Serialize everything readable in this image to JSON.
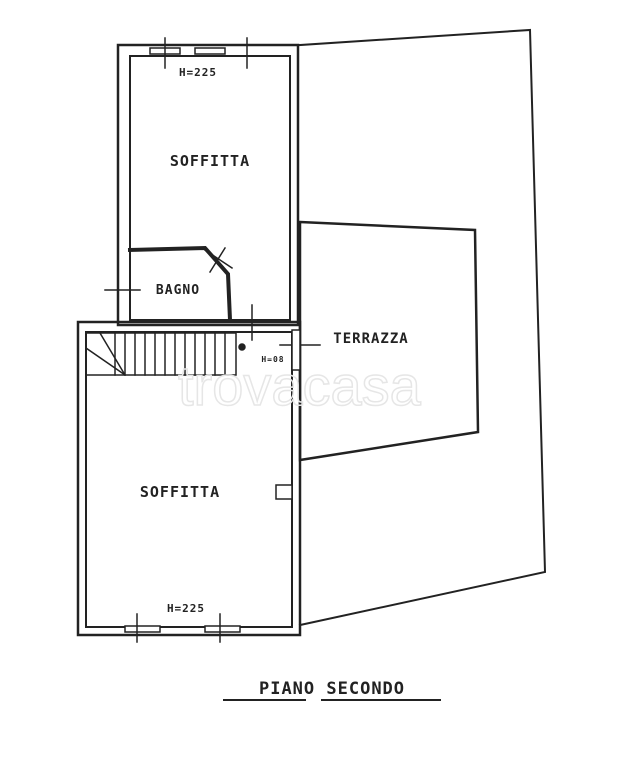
{
  "plan": {
    "title": "PIANO SECONDO",
    "rooms": [
      {
        "name": "SOFFITTA",
        "height": "H=225"
      },
      {
        "name": "BAGNO"
      },
      {
        "name": "TERRAZZA",
        "height": "H=08"
      },
      {
        "name": "SOFFITTA",
        "height": "H=225"
      }
    ],
    "watermark": "trovacasa"
  }
}
